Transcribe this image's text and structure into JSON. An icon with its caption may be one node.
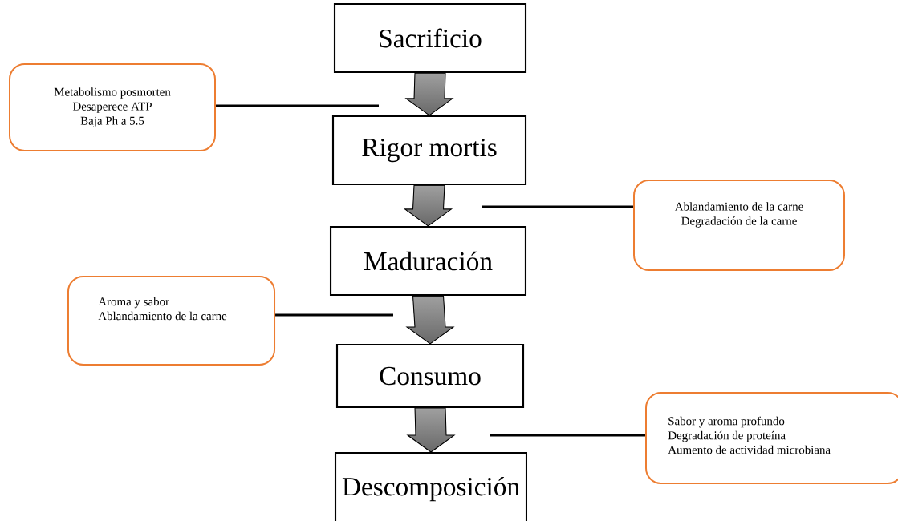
{
  "diagram": {
    "nodes": [
      {
        "text": [
          "Sacrificio"
        ]
      },
      {
        "text": [
          "Rigor mortis"
        ]
      },
      {
        "text": [
          "Maduración"
        ]
      },
      {
        "text": [
          "Consumo"
        ]
      },
      {
        "text": [
          "Descomposición"
        ]
      },
      {
        "text": [
          "Metabolismo posmorten",
          "Desaperece ATP",
          "Baja Ph a 5.5"
        ]
      },
      {
        "text": [
          "Ablandamiento de la carne",
          "Degradación de la carne"
        ]
      },
      {
        "text": [
          "Aroma y sabor",
          "Ablandamiento de la carne"
        ]
      },
      {
        "text": [
          "Sabor y aroma profundo",
          "Degradación de proteína",
          "Aumento de actividad microbiana"
        ]
      }
    ],
    "edges": [
      {
        "from": 0,
        "to": 1,
        "arrow": "to"
      },
      {
        "from": 1,
        "to": 2,
        "arrow": "to"
      },
      {
        "from": 2,
        "to": 3,
        "arrow": "to"
      },
      {
        "from": 3,
        "to": 4,
        "arrow": "to"
      },
      {
        "from": 5,
        "to": 1,
        "arrow": "none"
      },
      {
        "from": 6,
        "to": null,
        "arrow": "none"
      },
      {
        "from": 7,
        "to": null,
        "arrow": "none"
      },
      {
        "from": 8,
        "to": null,
        "arrow": "none"
      }
    ]
  }
}
